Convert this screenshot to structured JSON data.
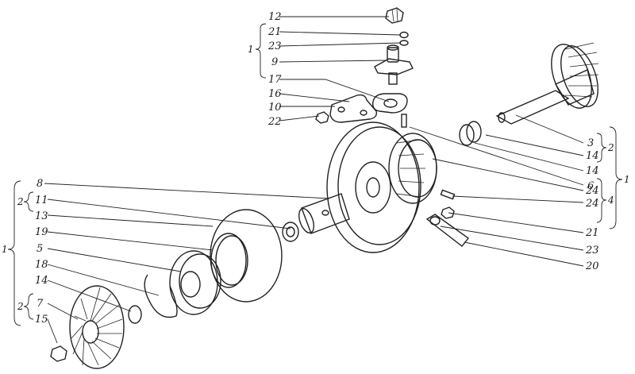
{
  "labels": [
    {
      "id": "l12",
      "text": "12"
    },
    {
      "id": "l21a",
      "text": "21"
    },
    {
      "id": "l23a",
      "text": "23"
    },
    {
      "id": "l9",
      "text": "9"
    },
    {
      "id": "l17",
      "text": "17"
    },
    {
      "id": "l16",
      "text": "16"
    },
    {
      "id": "l10",
      "text": "10"
    },
    {
      "id": "l22",
      "text": "22"
    },
    {
      "id": "l8",
      "text": "8"
    },
    {
      "id": "l11",
      "text": "11"
    },
    {
      "id": "l13",
      "text": "13"
    },
    {
      "id": "l19",
      "text": "19"
    },
    {
      "id": "l5",
      "text": "5"
    },
    {
      "id": "l18",
      "text": "18"
    },
    {
      "id": "l14a",
      "text": "14"
    },
    {
      "id": "l7",
      "text": "7"
    },
    {
      "id": "l15",
      "text": "15"
    },
    {
      "id": "l3",
      "text": "3"
    },
    {
      "id": "l14b",
      "text": "14"
    },
    {
      "id": "l14c",
      "text": "14"
    },
    {
      "id": "l6",
      "text": "6"
    },
    {
      "id": "l24a",
      "text": "24"
    },
    {
      "id": "l24b",
      "text": "24"
    },
    {
      "id": "l21b",
      "text": "21"
    },
    {
      "id": "l23b",
      "text": "23"
    },
    {
      "id": "l20",
      "text": "20"
    }
  ],
  "groups": [
    {
      "id": "g1top",
      "text": "1"
    },
    {
      "id": "g2right",
      "text": "2"
    },
    {
      "id": "g1right",
      "text": "1"
    },
    {
      "id": "g4right",
      "text": "4"
    },
    {
      "id": "g2left",
      "text": "2"
    },
    {
      "id": "g1left",
      "text": "1"
    },
    {
      "id": "g2left2",
      "text": "2"
    }
  ]
}
